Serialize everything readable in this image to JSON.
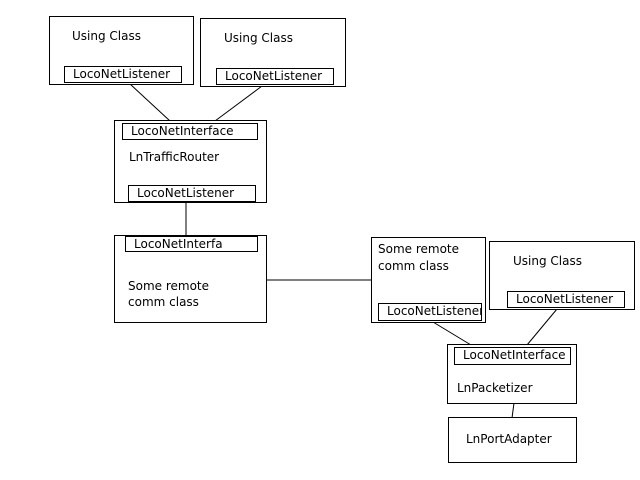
{
  "diagram": {
    "using_class_1": {
      "title": "Using Class",
      "listener": "LocoNetListener"
    },
    "using_class_2": {
      "title": "Using Class",
      "listener": "LocoNetListener"
    },
    "traffic_router": {
      "interface": "LocoNetInterface",
      "name": "LnTrafficRouter",
      "listener": "LocoNetListener"
    },
    "remote_left": {
      "interface": "LocoNetInterfa",
      "name_line1": "Some remote",
      "name_line2": "comm class"
    },
    "remote_right": {
      "name_line1": "Some remote",
      "name_line2": "comm class",
      "listener": "LocoNetListener"
    },
    "using_class_3": {
      "title": "Using Class",
      "listener": "LocoNetListener"
    },
    "packetizer": {
      "interface": "LocoNetInterface",
      "name": "LnPacketizer"
    },
    "port_adapter": {
      "name": "LnPortAdapter"
    }
  }
}
